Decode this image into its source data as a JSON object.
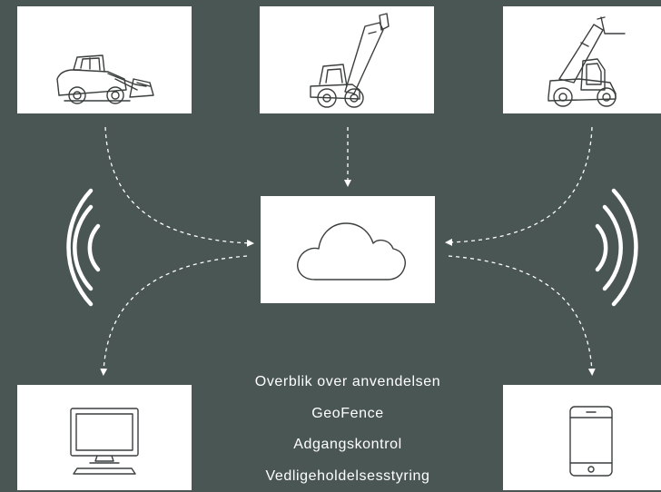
{
  "features": [
    "Overblik over anvendelsen",
    "GeoFence",
    "Adgangskontrol",
    "Vedligeholdelsesstyring"
  ],
  "colors": {
    "background": "#4a5654",
    "box": "#ffffff",
    "lines": "#ffffff",
    "icon_stroke": "#3a3f3e"
  },
  "icons": {
    "machine_1": "wheel-loader-icon",
    "machine_2": "telescopic-loader-icon",
    "machine_3": "telehandler-icon",
    "center": "cloud-icon",
    "output_1": "desktop-computer-icon",
    "output_2": "smartphone-icon",
    "signal_left": "wireless-signal-icon",
    "signal_right": "wireless-signal-icon"
  }
}
